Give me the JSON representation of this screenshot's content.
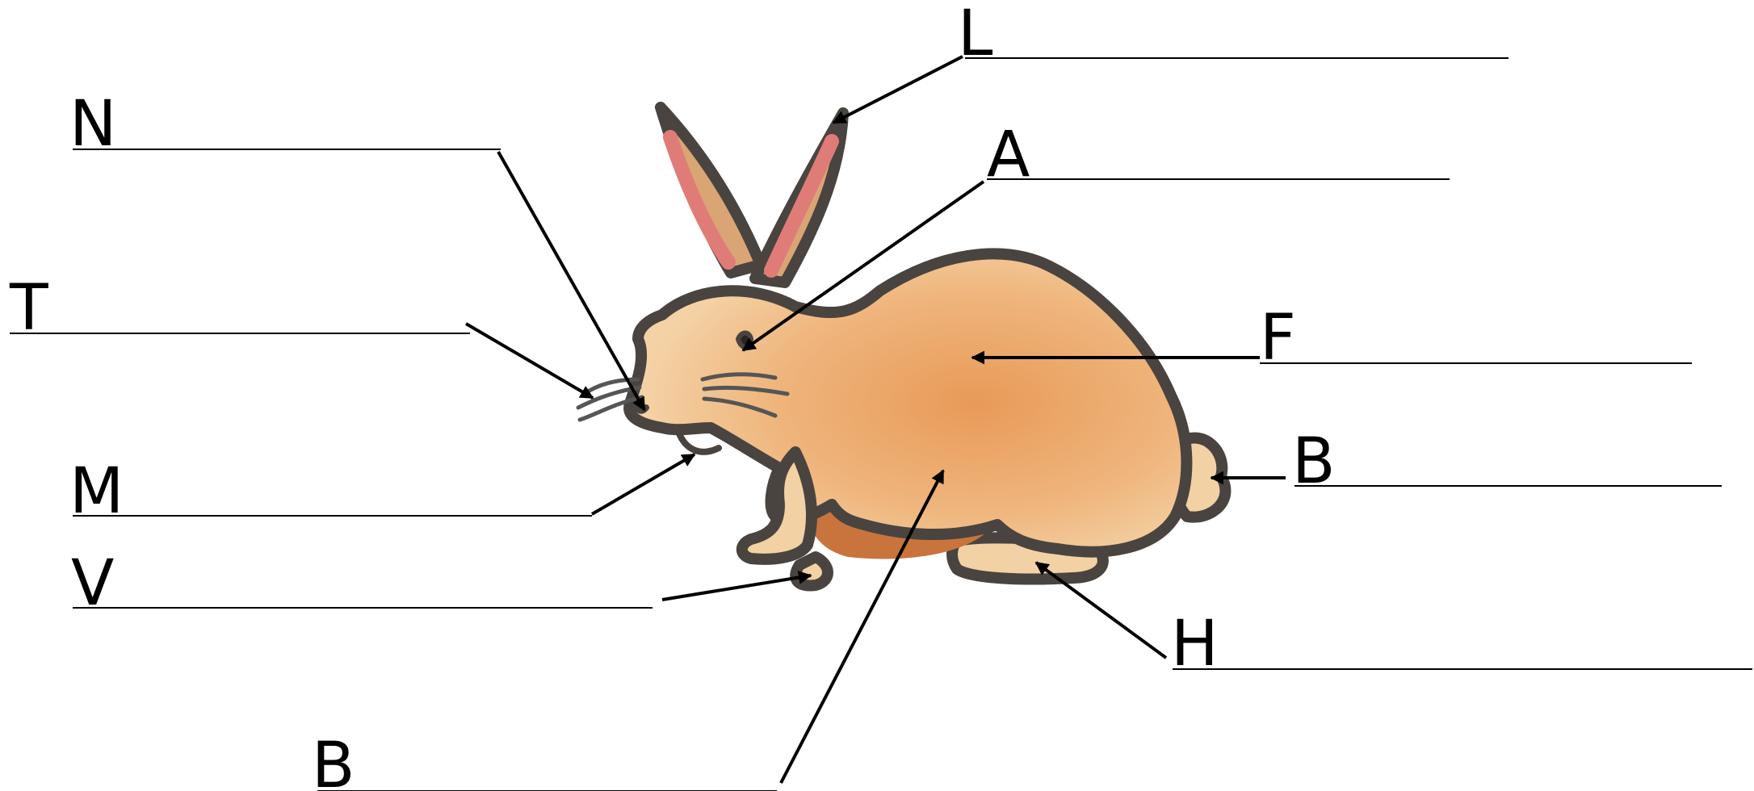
{
  "labels": {
    "ears": "L",
    "nose": "N",
    "eye": "A",
    "whiskers": "T",
    "fur": "F",
    "tail": "B",
    "mouth": "M",
    "front_paw": "V",
    "hind_paw": "H",
    "leg": "B"
  },
  "colors": {
    "outline": "#4a4440",
    "fur_light": "#f2d2a4",
    "fur_orange": "#e3904b",
    "ear_inner": "#e07c78",
    "ink": "#000000"
  }
}
